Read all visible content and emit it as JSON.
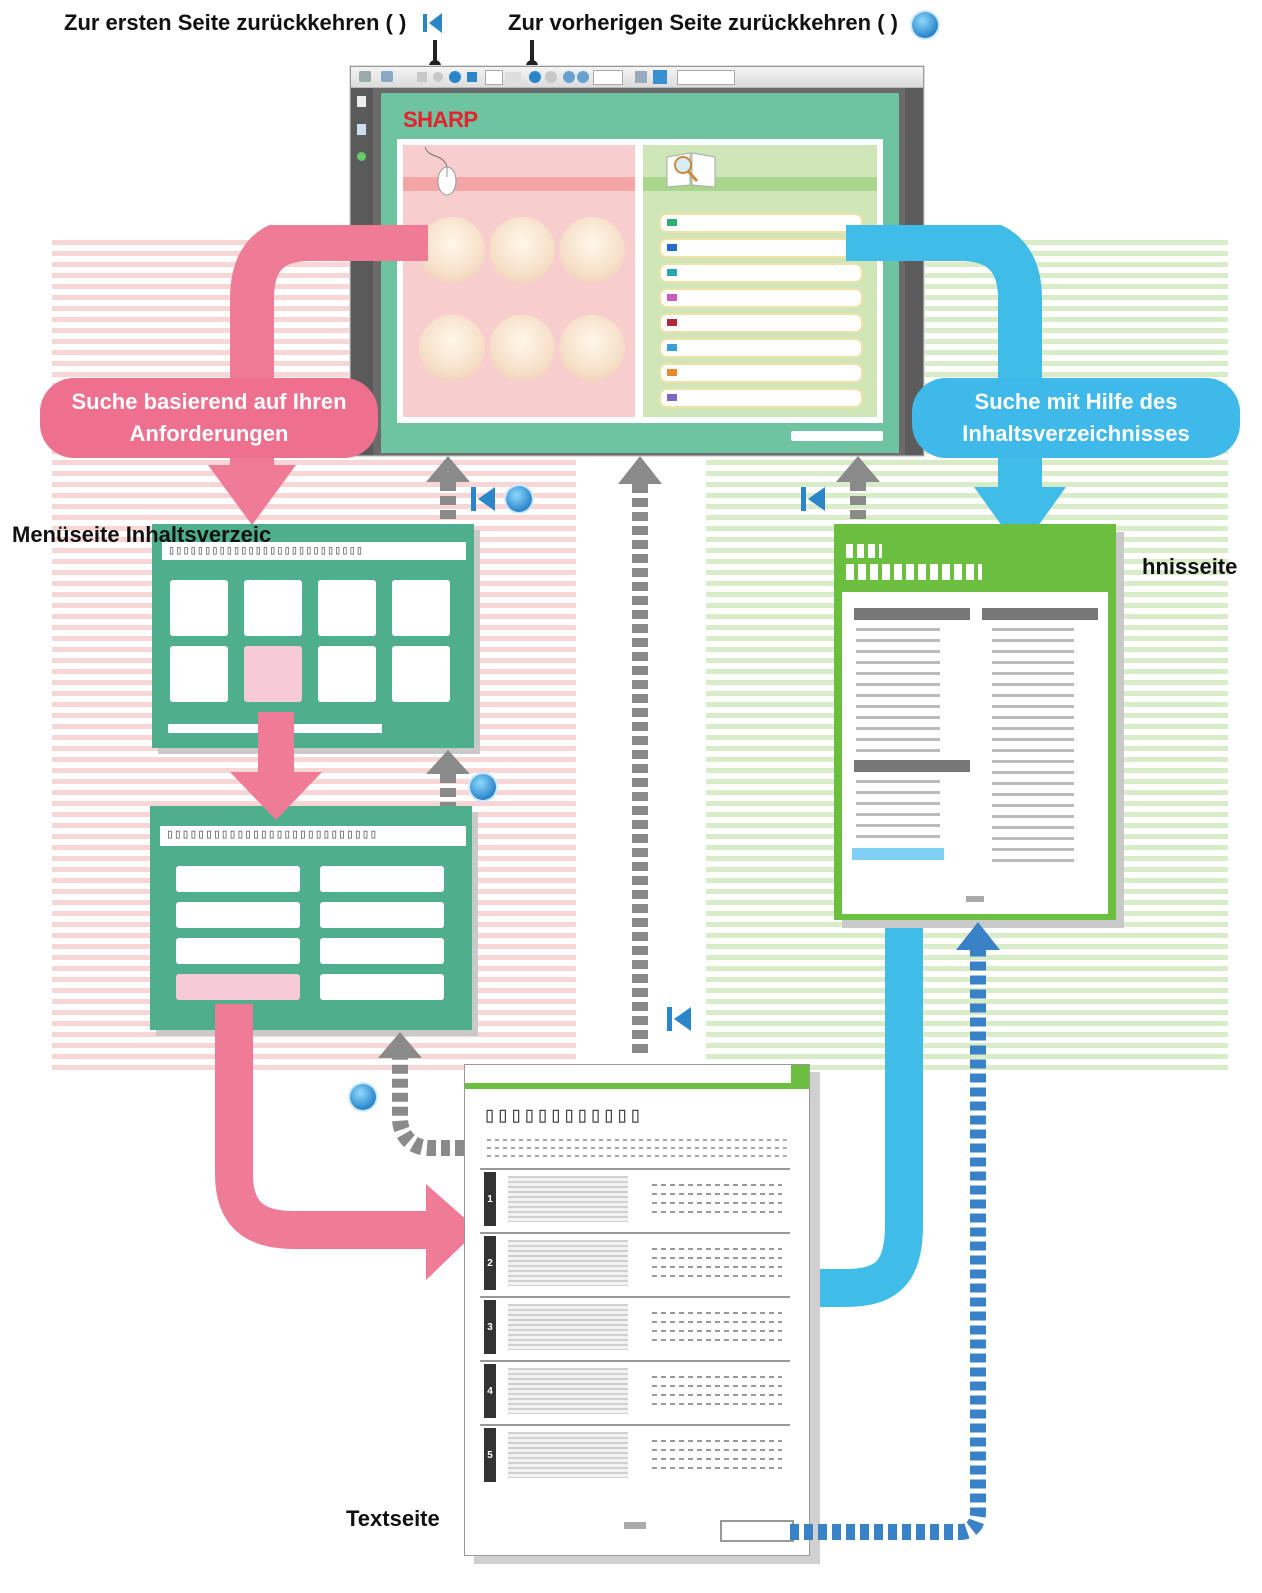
{
  "labels": {
    "first_page": "Zur ersten Seite zurückkehren ( )",
    "prev_page": "Zur vorherigen Seite zurückkehren ( )",
    "menu_page": "Menüseite Inhaltsverzeic",
    "toc_page_suffix": "hnisseite",
    "text_page": "Textseite"
  },
  "pills": {
    "left_line1": "Suche basierend auf Ihren",
    "left_line2": "Anforderungen",
    "right_line1": "Suche mit Hilfe des",
    "right_line2": "Inhaltsverzeichnisses"
  },
  "brand": {
    "logo": "SHARP"
  },
  "text_page_sections": [
    "1",
    "2",
    "3",
    "4",
    "5"
  ],
  "colors": {
    "pink_arrow": "#ee6f8e",
    "blue_arrow": "#3fb9ea",
    "menu_green": "#4fae8c",
    "toc_green": "#6abf3f",
    "stripe_pink": "#f7d3d3",
    "stripe_green": "#d6ebc6"
  }
}
